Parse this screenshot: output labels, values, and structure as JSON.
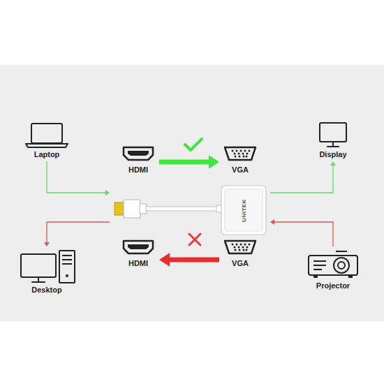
{
  "diagram": {
    "nodes": [
      {
        "text": [
          "Laptop"
        ]
      },
      {
        "text": [
          "HDMI"
        ]
      },
      {
        "text": [
          "VGA"
        ]
      },
      {
        "text": [
          "Display"
        ]
      },
      {
        "text": [
          "UNITEK"
        ]
      },
      {
        "text": [
          "Desktop"
        ]
      },
      {
        "text": [
          "HDMI"
        ]
      },
      {
        "text": [
          "VGA"
        ]
      },
      {
        "text": [
          "Projector"
        ]
      }
    ],
    "edges": [
      {
        "from": 0,
        "to": 4,
        "arrow": "to"
      },
      {
        "from": 1,
        "to": 2,
        "arrow": "to"
      },
      {
        "from": 4,
        "to": 3,
        "arrow": "to"
      },
      {
        "from": 4,
        "to": 5,
        "arrow": "to"
      },
      {
        "from": 7,
        "to": 6,
        "arrow": "to"
      },
      {
        "from": 8,
        "to": 4,
        "arrow": "to"
      }
    ]
  }
}
